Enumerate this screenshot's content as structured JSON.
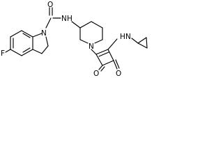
{
  "molecule": {
    "atoms": {
      "fluorine": "F",
      "indoline_nitrogen": "N",
      "carboxamide_oxygen": "O",
      "amide_nitrogen": "N",
      "amide_hydrogen": "H",
      "piperidine_nitrogen": "N",
      "amine_nitrogen": "N",
      "amine_hydrogen": "H",
      "squaric_oxygen_left": "O",
      "squaric_oxygen_right": "O"
    }
  },
  "colors": {
    "bond": "#000000",
    "text": "#000000",
    "background": "#ffffff"
  }
}
